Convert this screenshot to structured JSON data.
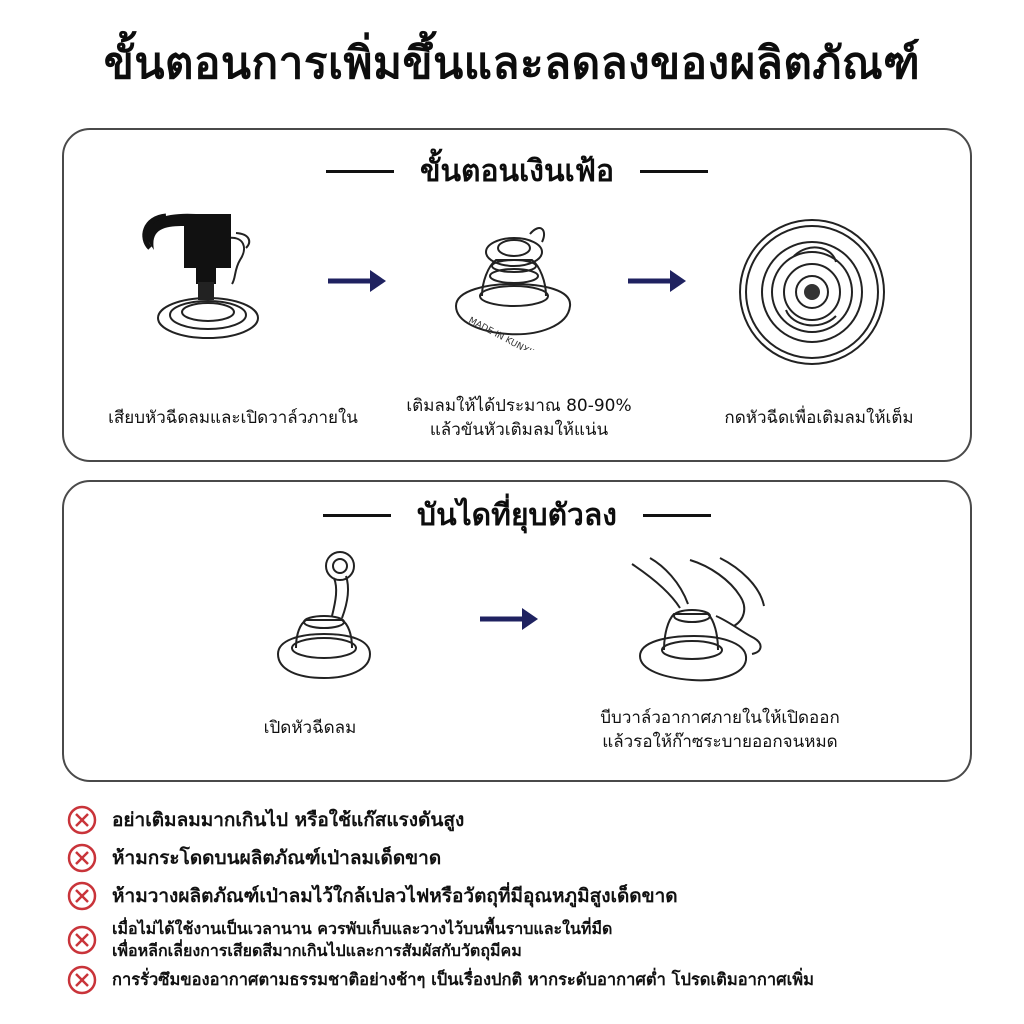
{
  "title": "ขั้นตอนการเพิ่มขึ้นและลดลงของผลิตภัณฑ์",
  "inflate": {
    "heading": "ขั้นตอนเงินเฟ้อ",
    "steps": [
      {
        "icon": "pump-inserting-valve-icon",
        "caption": "เสียบหัวฉีดลมและเปิดวาล์วภายใน"
      },
      {
        "icon": "valve-inflated-icon",
        "caption_line1": "เติมลมให้ได้ประมาณ 80-90%",
        "caption_line2": "แล้วขันหัวเติมลมให้แน่น"
      },
      {
        "icon": "valve-top-view-icon",
        "caption": "กดหัวฉีดเพื่อเติมลมให้เต็ม"
      }
    ]
  },
  "deflate": {
    "heading": "บันไดที่ยุบตัวลง",
    "steps": [
      {
        "icon": "valve-open-icon",
        "caption": "เปิดหัวฉีดลม"
      },
      {
        "icon": "hand-squeeze-valve-icon",
        "caption_line1": "บีบวาล์วอากาศภายในให้เปิดออก",
        "caption_line2": "แล้วรอให้ก๊าซระบายออกจนหมด"
      }
    ]
  },
  "warnings": [
    "อย่าเติมลมมากเกินไป หรือใช้แก๊สแรงดันสูง",
    "ห้ามกระโดดบนผลิตภัณฑ์เป่าลมเด็ดขาด",
    "ห้ามวางผลิตภัณฑ์เป่าลมไว้ใกล้เปลวไฟหรือวัตถุที่มีอุณหภูมิสูงเด็ดขาด",
    {
      "line1": "เมื่อไม่ได้ใช้งานเป็นเวลานาน ควรพับเก็บและวางไว้บนพื้นราบและในที่มืด",
      "line2": "เพื่อหลีกเลี่ยงการเสียดสีมากเกินไปและการสัมผัสกับวัตถุมีคม"
    },
    "การรั่วซึมของอากาศตามธรรมชาติอย่างช้าๆ เป็นเรื่องปกติ หากระดับอากาศต่ำ โปรดเติมอากาศเพิ่ม"
  ],
  "valve_text": "MADE IN KUNXING",
  "colors": {
    "arrow": "#1f2260",
    "warning": "#c9343a",
    "border": "#4a4a4a"
  }
}
